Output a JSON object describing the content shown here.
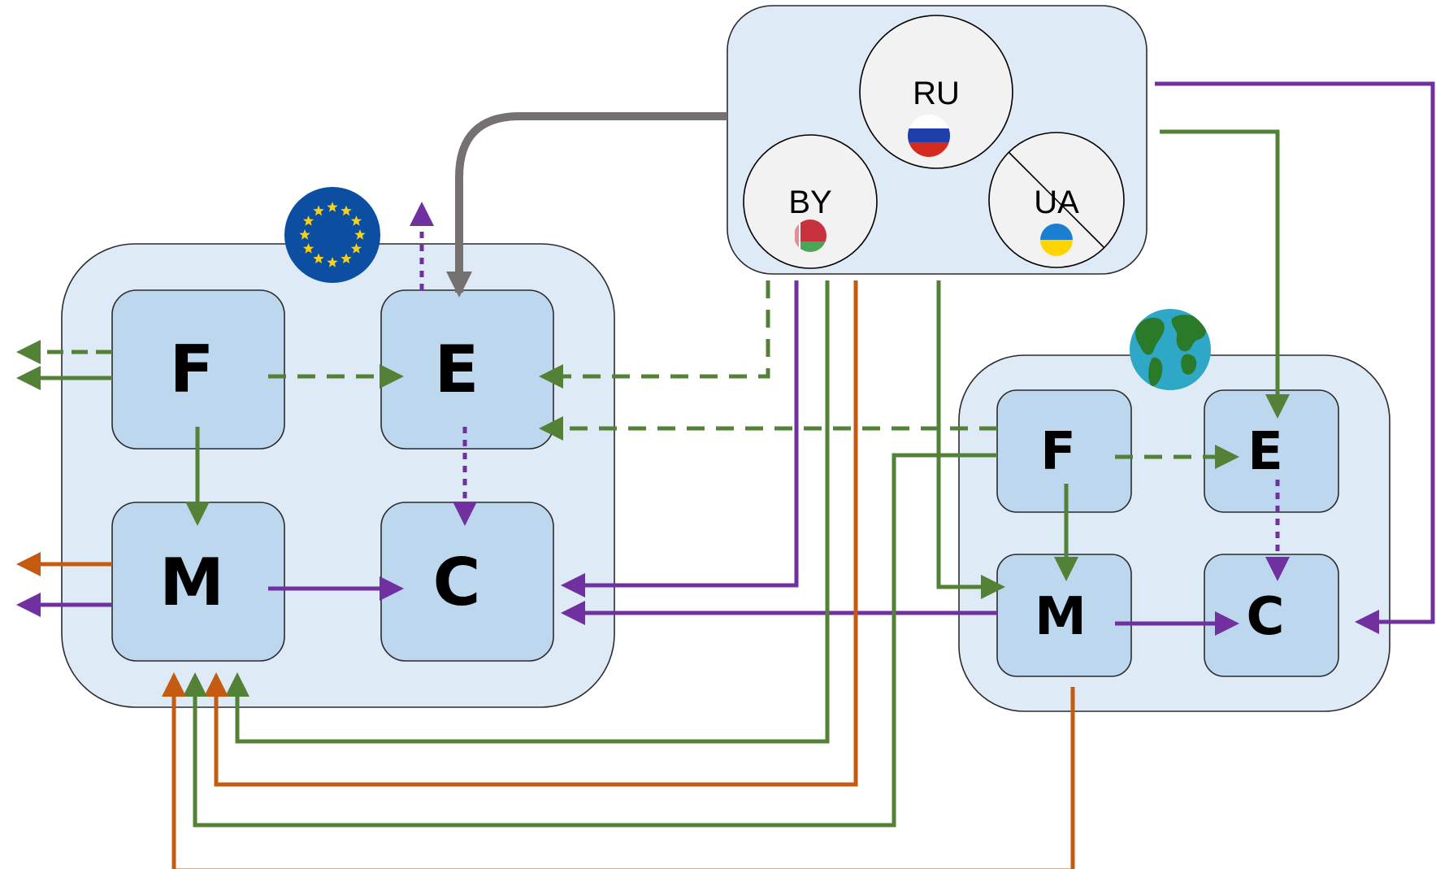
{
  "colors": {
    "green": "#538135",
    "purple": "#7030a0",
    "orange": "#c55a11",
    "gray": "#767171",
    "panel_fill": "#deeaf6",
    "node_fill": "#bdd7ee",
    "circle_fill": "#f2f2f2",
    "eu_blue": "#0b4ea2",
    "eu_star": "#f7d117",
    "globe_ocean": "#2fa8c8",
    "globe_land": "#2a7a2a"
  },
  "eu_group": {
    "icon": "eu-flag-icon",
    "nodes": {
      "f": "F",
      "e": "E",
      "m": "M",
      "c": "C"
    }
  },
  "world_group": {
    "icon": "globe-icon",
    "nodes": {
      "f": "F",
      "e": "E",
      "m": "M",
      "c": "C"
    }
  },
  "sanctioned_group": {
    "countries": [
      {
        "label": "RU",
        "flag": "russia-flag-icon"
      },
      {
        "label": "BY",
        "flag": "belarus-flag-icon"
      },
      {
        "label": "UA",
        "flag": "ukraine-flag-icon",
        "crossed_out": true
      }
    ]
  }
}
